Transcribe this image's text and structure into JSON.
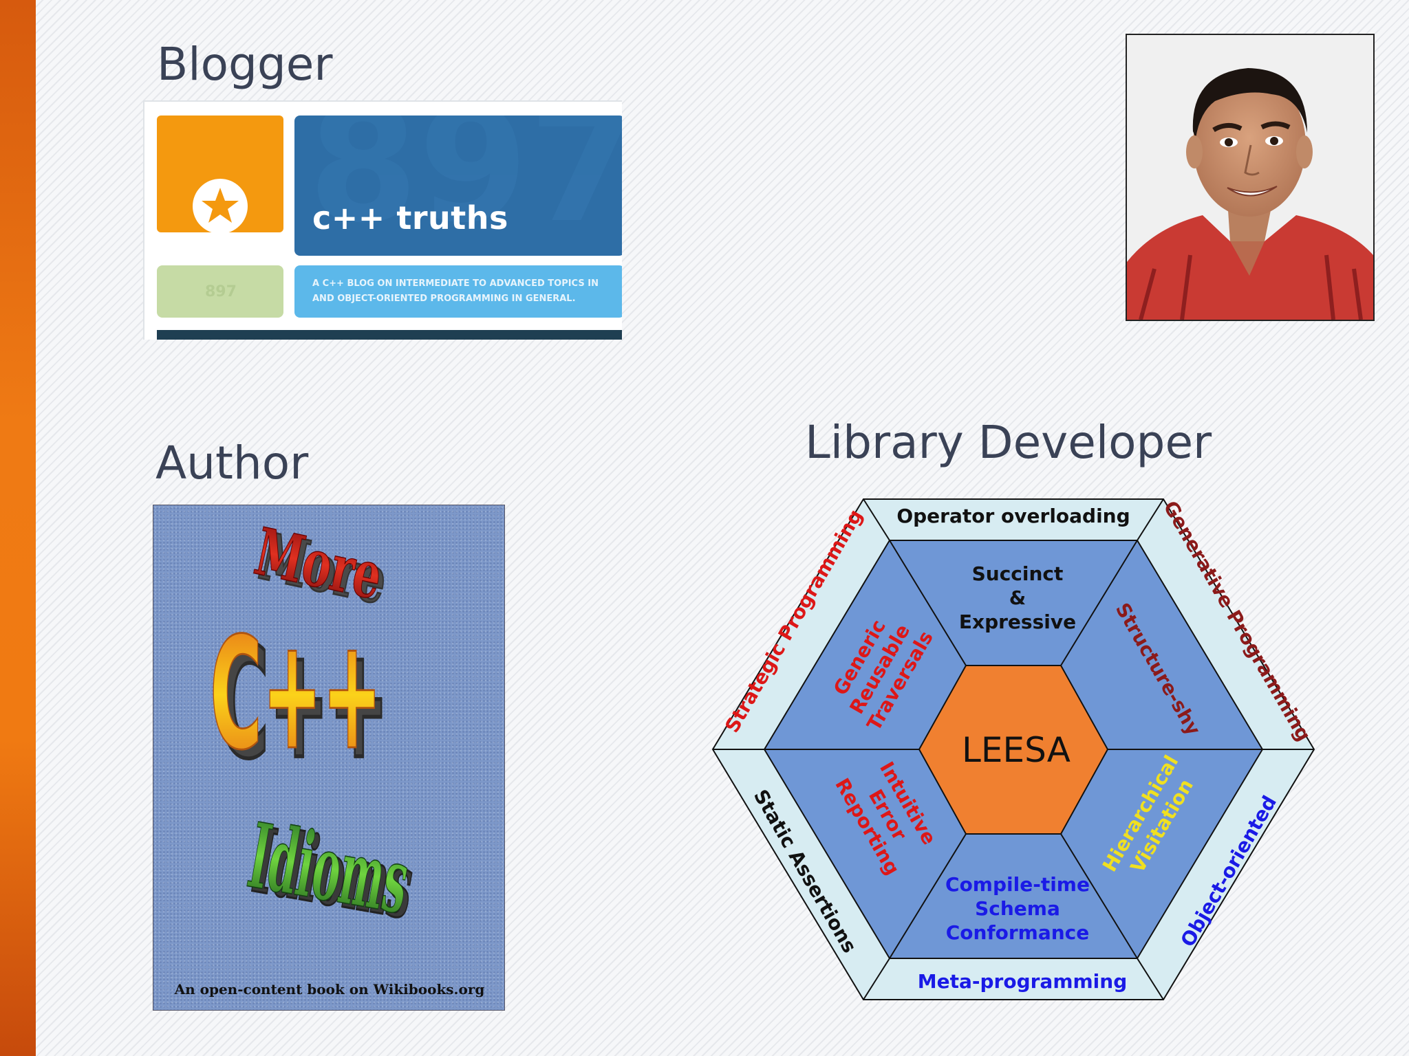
{
  "headings": {
    "blogger": "Blogger",
    "author": "Author",
    "library_developer": "Library Developer"
  },
  "blog": {
    "title": "c++ truths",
    "counter": "897",
    "description_line1": "A C++ BLOG ON INTERMEDIATE TO ADVANCED TOPICS IN",
    "description_line2": "AND OBJECT-ORIENTED PROGRAMMING IN GENERAL.",
    "colors": {
      "logo": "#f4990f",
      "title_panel": "#2e6ea6",
      "description_panel": "#5cb8ea",
      "counter_panel": "#c6dba5"
    }
  },
  "book": {
    "title_word1": "More",
    "title_word2": "C++",
    "title_word3": "Idioms",
    "footer": "An open-content book on Wikibooks.org"
  },
  "leesa": {
    "center": "LEESA",
    "outer": {
      "top": "Operator overloading",
      "upper_right": "Generative Programming",
      "lower_right": "Object-oriented",
      "bottom": "Meta-programming",
      "lower_left": "Static Assertions",
      "upper_left": "Strategic Programming"
    },
    "inner": {
      "top": {
        "line1": "Succinct",
        "line2": "&",
        "line3": "Expressive"
      },
      "upper_right": {
        "line1": "Structure-shy"
      },
      "lower_right": {
        "line1": "Hierarchical",
        "line2": "Visitation"
      },
      "bottom": {
        "line1": "Compile-time",
        "line2": "Schema",
        "line3": "Conformance"
      },
      "lower_left": {
        "line1": "Intuitive",
        "line2": "Error",
        "line3": "Reporting"
      },
      "upper_left": {
        "line1": "Generic",
        "line2": "Reusable",
        "line3": "Traversals"
      }
    },
    "colors": {
      "outer_ring": "#d7ecf2",
      "inner_ring": "#6f97d6",
      "center": "#f08030",
      "red_text": "#dd1717",
      "blue_text": "#1a1ae6",
      "yellow_text": "#f0e020"
    }
  }
}
